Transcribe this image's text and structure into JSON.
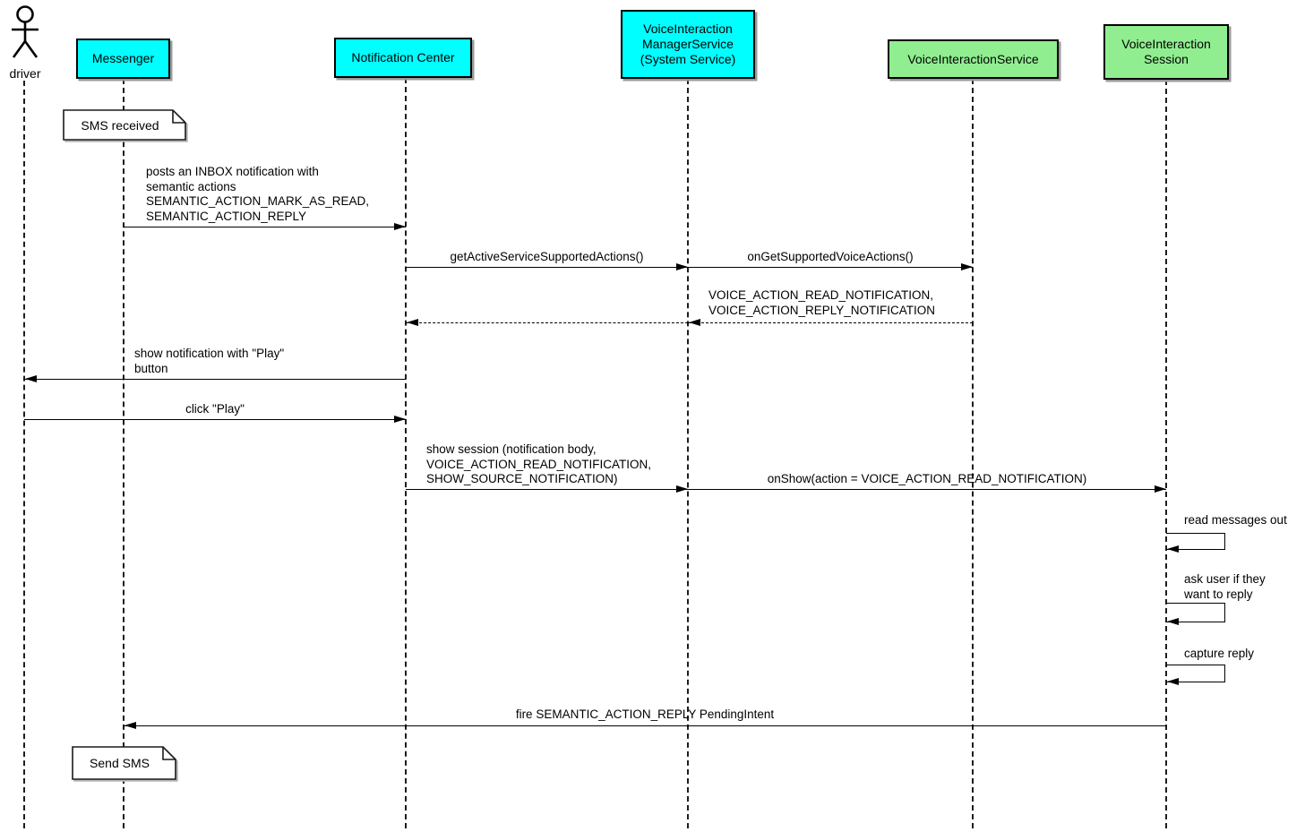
{
  "diagram": {
    "type": "uml-sequence-diagram",
    "colors": {
      "system_participant": "#00ffff",
      "app_participant": "#90ee90",
      "note_background": "#ffffff",
      "line": "#000000"
    },
    "actor": {
      "label": "driver"
    },
    "participants": [
      {
        "label": "Messenger",
        "color": "#00ffff"
      },
      {
        "label": "Notification Center",
        "color": "#00ffff"
      },
      {
        "label": "VoiceInteraction\nManagerService\n(System Service)",
        "color": "#00ffff"
      },
      {
        "label": "VoiceInteractionService",
        "color": "#90ee90"
      },
      {
        "label": "VoiceInteraction\nSession",
        "color": "#90ee90"
      }
    ],
    "notes": [
      {
        "label": "SMS received",
        "anchor": "Messenger"
      },
      {
        "label": "Send SMS",
        "anchor": "Messenger"
      }
    ],
    "messages": [
      {
        "label": "posts an INBOX notification with\nsemantic actions\nSEMANTIC_ACTION_MARK_AS_READ,\nSEMANTIC_ACTION_REPLY",
        "from": "Messenger",
        "to": "Notification Center",
        "style": "solid"
      },
      {
        "label": "getActiveServiceSupportedActions()",
        "from": "Notification Center",
        "to": "VoiceInteraction ManagerService (System Service)",
        "style": "solid"
      },
      {
        "label": "onGetSupportedVoiceActions()",
        "from": "VoiceInteraction ManagerService (System Service)",
        "to": "VoiceInteractionService",
        "style": "solid"
      },
      {
        "label": "VOICE_ACTION_READ_NOTIFICATION,\nVOICE_ACTION_REPLY_NOTIFICATION",
        "from": "VoiceInteractionService",
        "to": "Notification Center",
        "style": "dashed-return"
      },
      {
        "label": "show notification with \"Play\"\nbutton",
        "from": "Notification Center",
        "to": "driver",
        "style": "solid"
      },
      {
        "label": "click \"Play\"",
        "from": "driver",
        "to": "Notification Center",
        "style": "solid"
      },
      {
        "label": "show session (notification body,\nVOICE_ACTION_READ_NOTIFICATION,\nSHOW_SOURCE_NOTIFICATION)",
        "from": "Notification Center",
        "to": "VoiceInteraction ManagerService (System Service)",
        "style": "solid"
      },
      {
        "label": "onShow(action = VOICE_ACTION_READ_NOTIFICATION)",
        "from": "VoiceInteraction ManagerService (System Service)",
        "to": "VoiceInteraction Session",
        "style": "solid"
      },
      {
        "label": "read messages out",
        "from": "VoiceInteraction Session",
        "to": "VoiceInteraction Session",
        "style": "self"
      },
      {
        "label": "ask user if they\nwant to reply",
        "from": "VoiceInteraction Session",
        "to": "VoiceInteraction Session",
        "style": "self"
      },
      {
        "label": "capture reply",
        "from": "VoiceInteraction Session",
        "to": "VoiceInteraction Session",
        "style": "self"
      },
      {
        "label": "fire SEMANTIC_ACTION_REPLY PendingIntent",
        "from": "VoiceInteraction Session",
        "to": "Messenger",
        "style": "solid"
      }
    ]
  }
}
